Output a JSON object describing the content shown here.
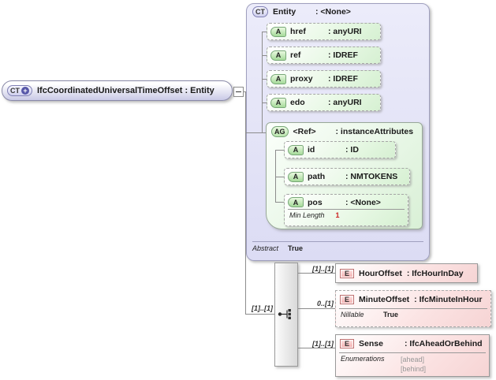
{
  "diagram": {
    "root": {
      "badge": "CT",
      "plus_glyph": "+",
      "label": "IfcCoordinatedUniversalTimeOffset : Entity"
    },
    "entity": {
      "badge": "CT",
      "name": "Entity",
      "type": ": <None>",
      "attributes": [
        {
          "badge": "A",
          "name": "href",
          "type": ": anyURI"
        },
        {
          "badge": "A",
          "name": "ref",
          "type": ": IDREF"
        },
        {
          "badge": "A",
          "name": "proxy",
          "type": ": IDREF"
        },
        {
          "badge": "A",
          "name": "edo",
          "type": ": anyURI"
        }
      ],
      "group": {
        "badge": "AG",
        "name": "<Ref>",
        "type": ": instanceAttributes",
        "attributes": [
          {
            "badge": "A",
            "name": "id",
            "type": ": ID"
          },
          {
            "badge": "A",
            "name": "path",
            "type": ": NMTOKENS"
          },
          {
            "badge": "A",
            "name": "pos",
            "type": ": <None>",
            "facet_label": "Min Length",
            "facet_value": "1"
          }
        ]
      },
      "abstract_label": "Abstract",
      "abstract_value": "True"
    },
    "sequence_multiplicity": "[1]..[1]",
    "children": [
      {
        "badge": "E",
        "name": "HourOffset",
        "type": ": IfcHourInDay",
        "multiplicity": "[1]..[1]"
      },
      {
        "badge": "E",
        "name": "MinuteOffset",
        "type": ": IfcMinuteInHour",
        "multiplicity": "0..[1]",
        "footer_label": "Nillable",
        "footer_value": "True"
      },
      {
        "badge": "E",
        "name": "Sense",
        "type": ": IfcAheadOrBehind",
        "multiplicity": "[1]..[1]",
        "footer_label": "Enumerations",
        "enums": [
          "[ahead]",
          "[behind]"
        ]
      }
    ]
  }
}
